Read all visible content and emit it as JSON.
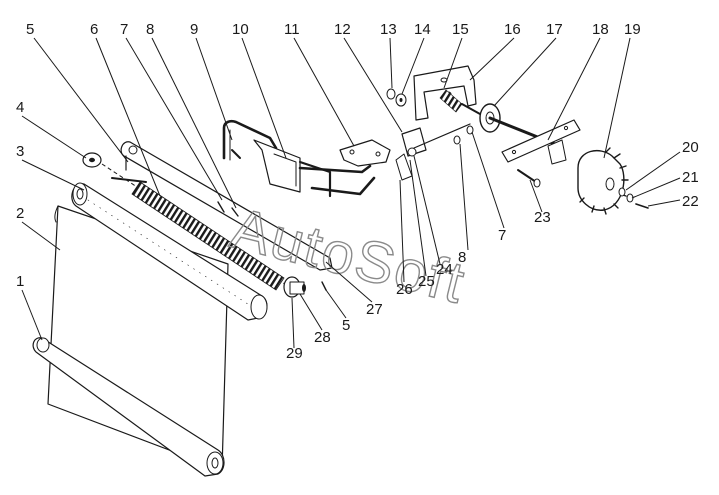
{
  "watermark": "AutoSoft",
  "callouts": [
    "1",
    "2",
    "3",
    "4",
    "5",
    "6",
    "7",
    "8",
    "9",
    "10",
    "11",
    "12",
    "13",
    "14",
    "15",
    "16",
    "17",
    "18",
    "19",
    "20",
    "21",
    "22",
    "23",
    "7",
    "8",
    "24",
    "25",
    "26",
    "27",
    "5",
    "28",
    "29"
  ],
  "colors": {
    "ink": "#1a1a1a",
    "paper": "#ffffff",
    "watermark": "#8a8a8a"
  }
}
